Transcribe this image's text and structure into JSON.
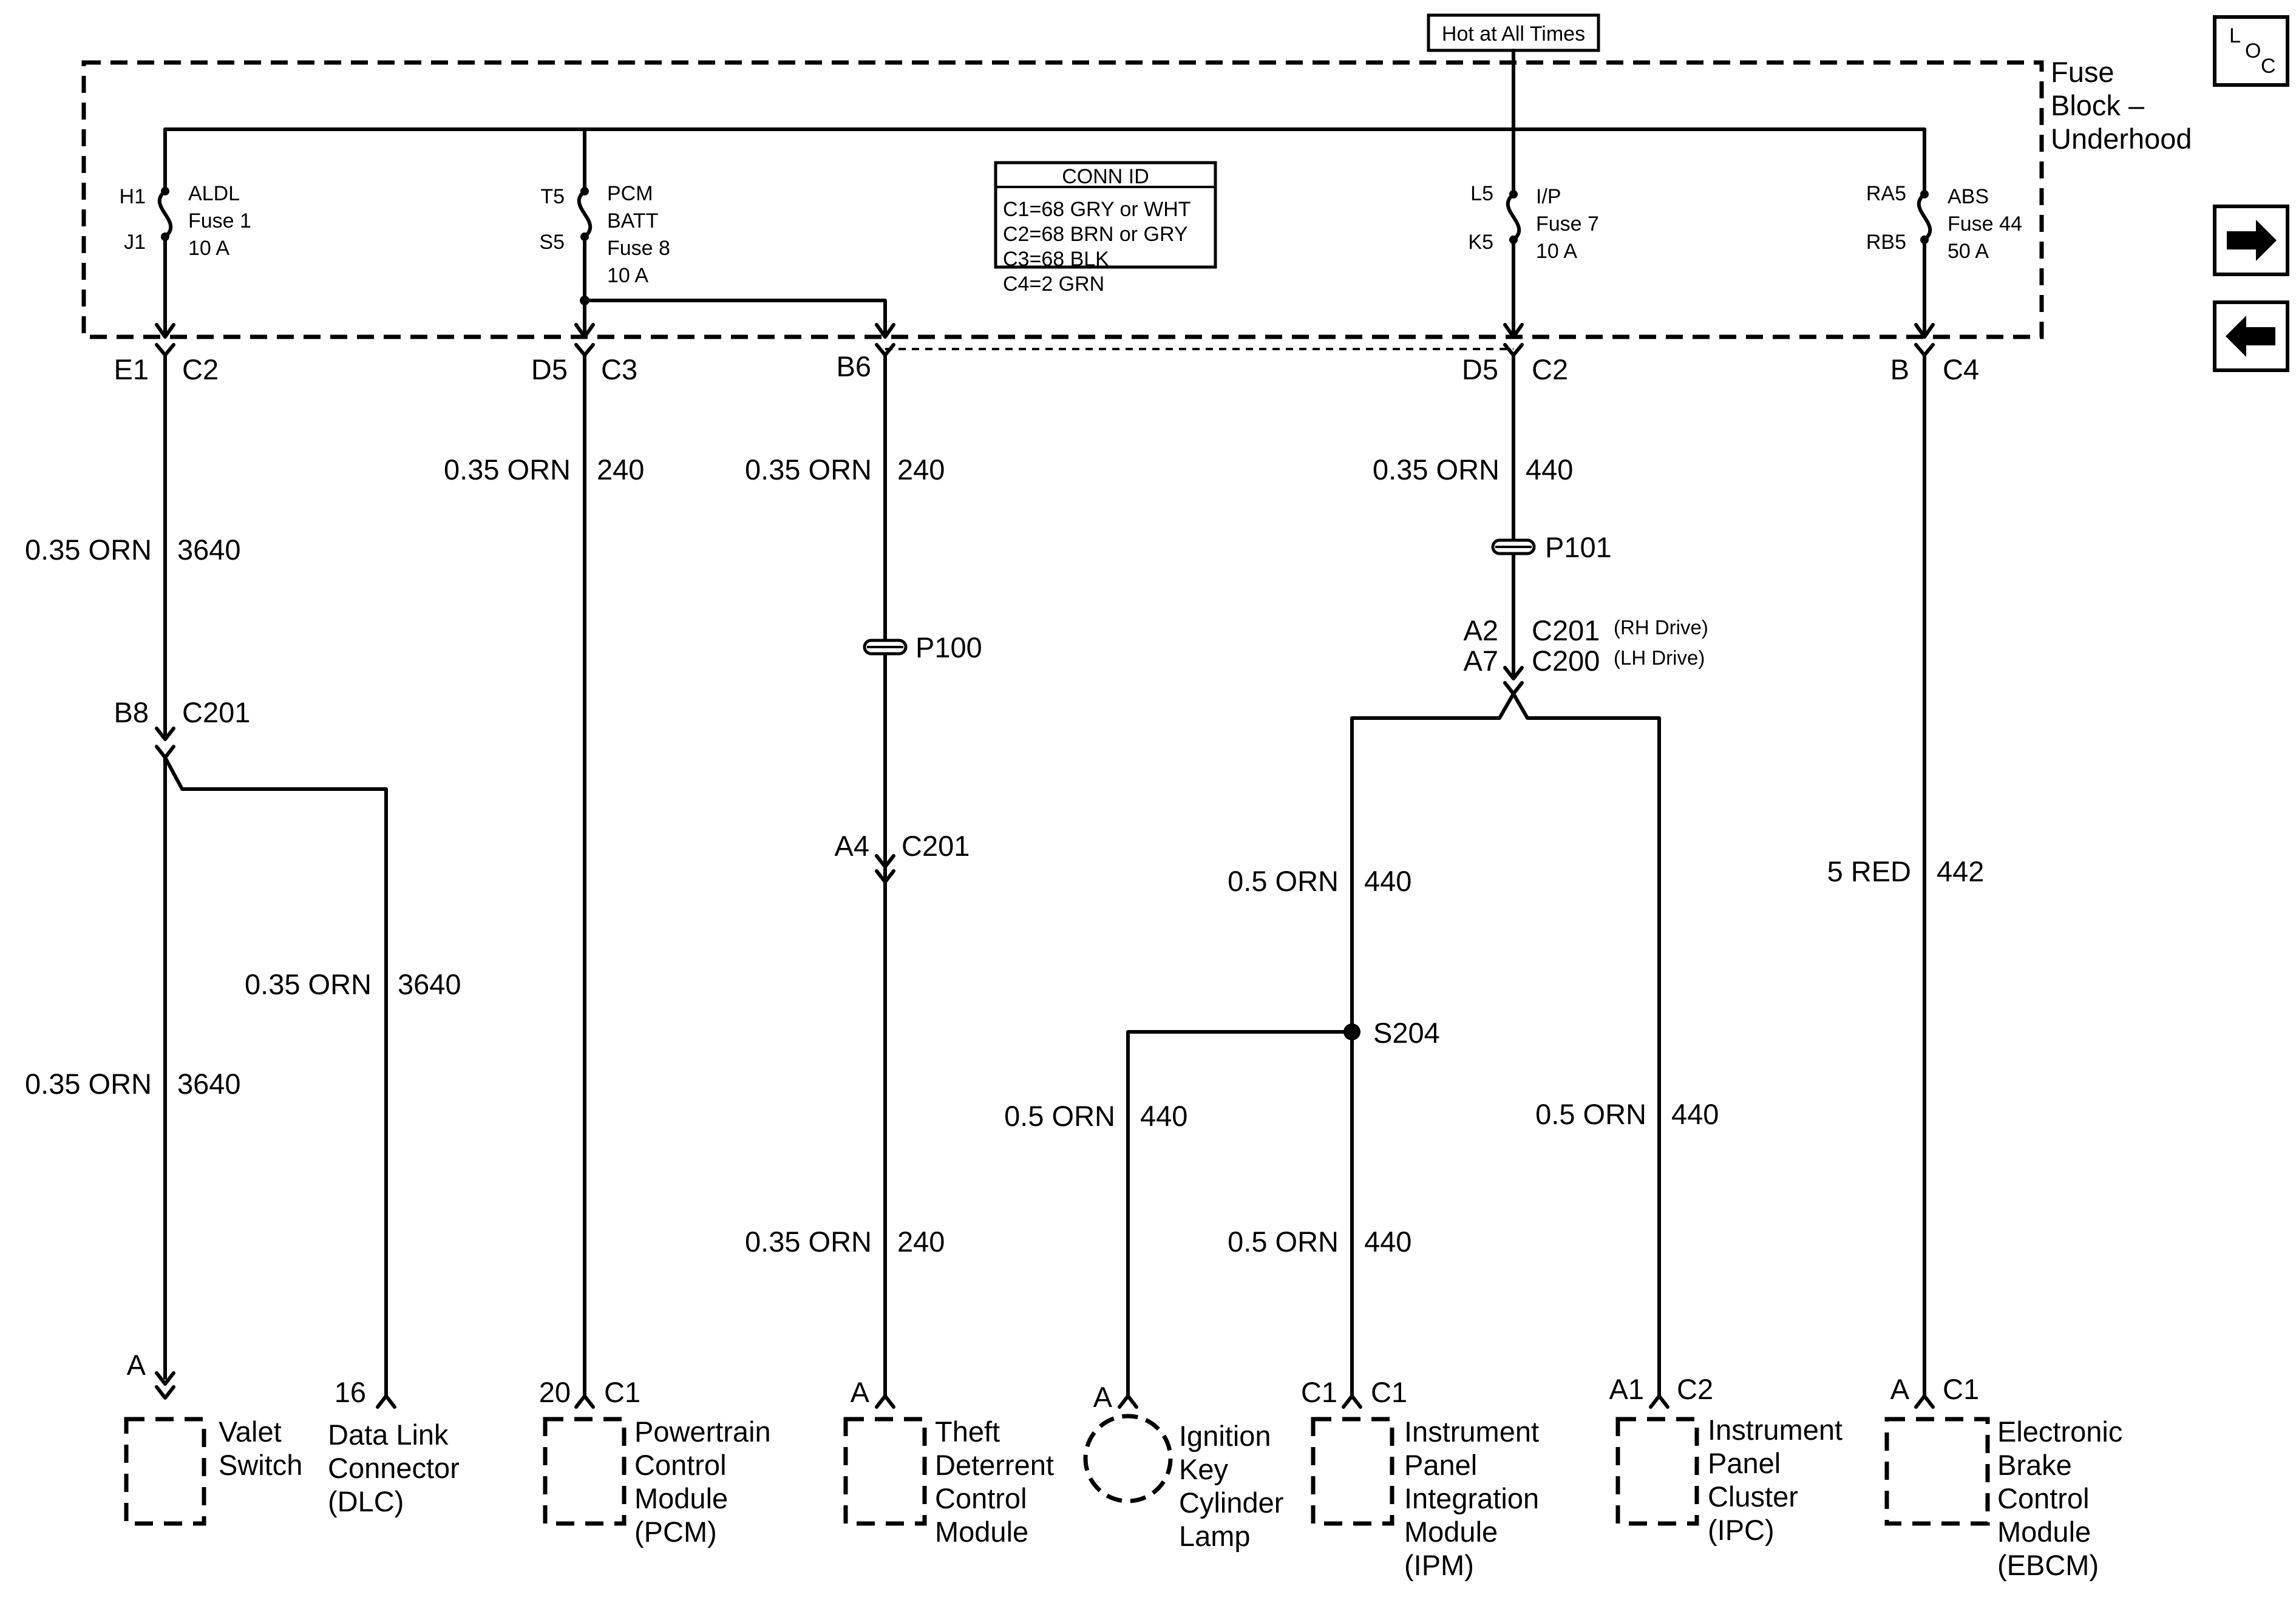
{
  "header": {
    "hot_at_all_times": "Hot at All Times",
    "fuse_block": [
      "Fuse",
      "Block –",
      "Underhood"
    ],
    "loc_icon": {
      "l": "L",
      "o": "O",
      "c": "C"
    }
  },
  "conn_id": {
    "title": "CONN ID",
    "lines": [
      "C1=68 GRY or WHT",
      "C2=68 BRN or GRY",
      "C3=68 BLK",
      "C4=2 GRN"
    ]
  },
  "fuses": [
    {
      "top_pin": "H1",
      "bottom_pin": "J1",
      "label": [
        "ALDL",
        "Fuse 1",
        "10 A"
      ]
    },
    {
      "top_pin": "T5",
      "bottom_pin": "S5",
      "label": [
        "PCM",
        "BATT",
        "Fuse 8",
        "10 A"
      ]
    },
    {
      "top_pin": "L5",
      "bottom_pin": "K5",
      "label": [
        "I/P",
        "Fuse 7",
        "10 A"
      ]
    },
    {
      "top_pin": "RA5",
      "bottom_pin": "RB5",
      "label": [
        "ABS",
        "Fuse 44",
        "50 A"
      ]
    }
  ],
  "fuse_block_connectors": [
    {
      "pin": "E1",
      "conn": "C2"
    },
    {
      "pin": "D5",
      "conn": "C3"
    },
    {
      "pin": "B6",
      "conn": ""
    },
    {
      "pin": "D5",
      "conn": "C2"
    },
    {
      "pin": "B",
      "conn": "C4"
    }
  ],
  "wires": {
    "w1": {
      "gauge": "0.35 ORN",
      "circuit": "3640"
    },
    "w2": {
      "gauge": "0.35 ORN",
      "circuit": "240"
    },
    "w3a": {
      "gauge": "0.35 ORN",
      "circuit": "240"
    },
    "w4a": {
      "gauge": "0.35 ORN",
      "circuit": "440"
    },
    "w3b": {
      "gauge": "0.35 ORN",
      "circuit": "240"
    },
    "w1b": {
      "gauge": "0.35 ORN",
      "circuit": "3640"
    },
    "w1c": {
      "gauge": "0.35 ORN",
      "circuit": "3640"
    },
    "w4b": {
      "gauge": "0.5 ORN",
      "circuit": "440"
    },
    "w4c": {
      "gauge": "0.5 ORN",
      "circuit": "440"
    },
    "w4d": {
      "gauge": "0.5 ORN",
      "circuit": "440"
    },
    "w4e": {
      "gauge": "0.5 ORN",
      "circuit": "440"
    },
    "w5": {
      "gauge": "5 RED",
      "circuit": "442"
    }
  },
  "splices": {
    "p100": "P100",
    "p101": "P101",
    "s204": "S204"
  },
  "inline_connectors": {
    "b8": {
      "pin": "B8",
      "conn": "C201"
    },
    "a4": {
      "pin": "A4",
      "conn": "C201"
    },
    "a2a7": {
      "pin1": "A2",
      "conn1": "C201",
      "note1": "(RH Drive)",
      "pin2": "A7",
      "conn2": "C200",
      "note2": "(LH Drive)"
    }
  },
  "components": [
    {
      "pin": "A",
      "conn": "",
      "lines": [
        "Valet",
        "Switch"
      ]
    },
    {
      "pin": "16",
      "conn": "",
      "lines": [
        "Data Link",
        "Connector",
        "(DLC)"
      ]
    },
    {
      "pin": "20",
      "conn": "C1",
      "lines": [
        "Powertrain",
        "Control",
        "Module",
        "(PCM)"
      ]
    },
    {
      "pin": "A",
      "conn": "",
      "lines": [
        "Theft",
        "Deterrent",
        "Control",
        "Module"
      ]
    },
    {
      "pin": "A",
      "conn": "",
      "lines": [
        "Ignition",
        "Key",
        "Cylinder",
        "Lamp"
      ]
    },
    {
      "pin": "C1",
      "conn": "C1",
      "lines": [
        "Instrument",
        "Panel",
        "Integration",
        "Module",
        "(IPM)"
      ]
    },
    {
      "pin": "A1",
      "conn": "C2",
      "lines": [
        "Instrument",
        "Panel",
        "Cluster",
        "(IPC)"
      ]
    },
    {
      "pin": "A",
      "conn": "C1",
      "lines": [
        "Electronic",
        "Brake",
        "Control",
        "Module",
        "(EBCM)"
      ]
    }
  ],
  "nav": {
    "next": "next-arrow-icon",
    "prev": "prev-arrow-icon"
  }
}
